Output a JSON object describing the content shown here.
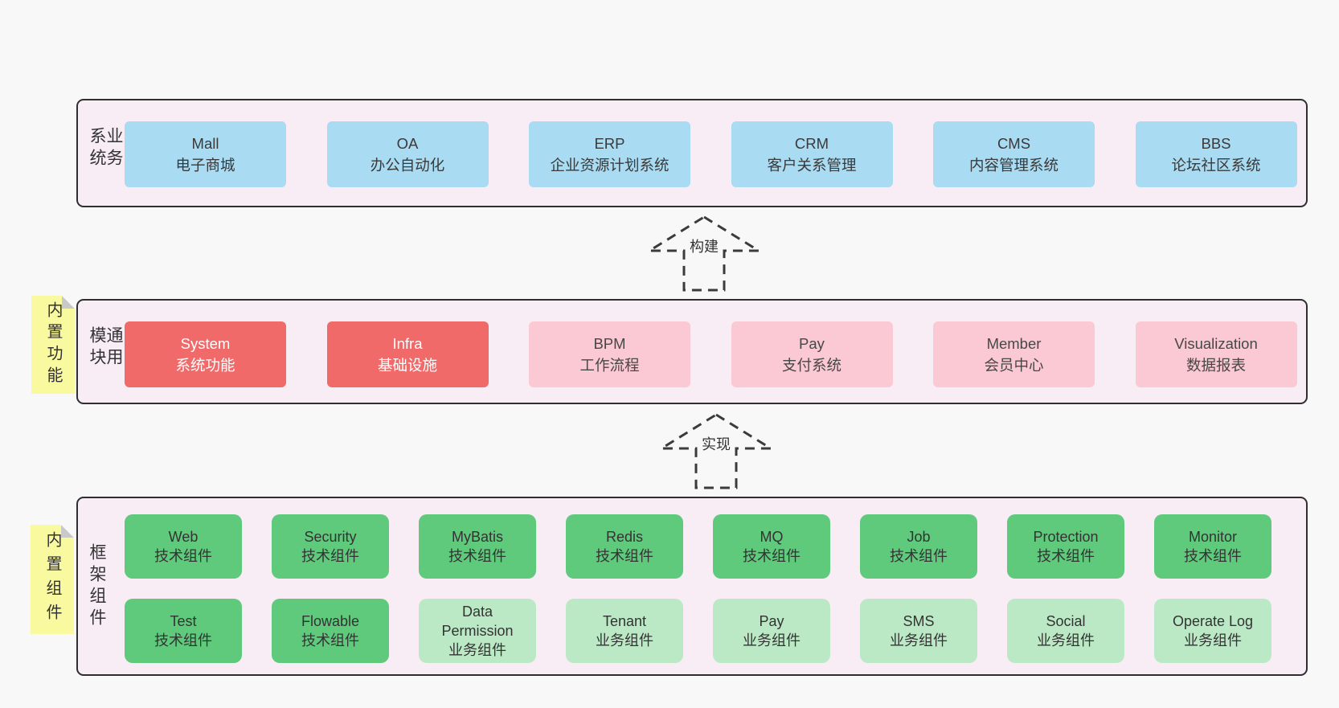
{
  "colors": {
    "page_bg": "#f8f8f8",
    "layer_bg": "#f8ecf5",
    "layer_border": "#2f2f2f",
    "blue": "#a9dbf2",
    "red": "#f16a6a",
    "pink": "#fbc9d3",
    "green": "#5fc97c",
    "lightgreen": "#bce9c5",
    "sticky": "#f9f9a0",
    "sticky_fold": "#c9c9c9",
    "arrow": "#3b3b3b"
  },
  "layer1": {
    "label": "业务系统",
    "boxes": [
      {
        "en": "Mall",
        "zh": "电子商城",
        "variant": "blue"
      },
      {
        "en": "OA",
        "zh": "办公自动化",
        "variant": "blue"
      },
      {
        "en": "ERP",
        "zh": "企业资源计划系统",
        "variant": "blue"
      },
      {
        "en": "CRM",
        "zh": "客户关系管理",
        "variant": "blue"
      },
      {
        "en": "CMS",
        "zh": "内容管理系统",
        "variant": "blue"
      },
      {
        "en": "BBS",
        "zh": "论坛社区系统",
        "variant": "blue"
      }
    ]
  },
  "arrow1": {
    "label": "构建"
  },
  "layer2": {
    "label": "通用模块",
    "note": "内置功能",
    "boxes": [
      {
        "en": "System",
        "zh": "系统功能",
        "variant": "red"
      },
      {
        "en": "Infra",
        "zh": "基础设施",
        "variant": "red"
      },
      {
        "en": "BPM",
        "zh": "工作流程",
        "variant": "pink"
      },
      {
        "en": "Pay",
        "zh": "支付系统",
        "variant": "pink"
      },
      {
        "en": "Member",
        "zh": "会员中心",
        "variant": "pink"
      },
      {
        "en": "Visualization",
        "zh": "数据报表",
        "variant": "pink"
      }
    ]
  },
  "arrow2": {
    "label": "实现"
  },
  "layer3": {
    "label": "框架组件",
    "note": "内置组件",
    "row1": [
      {
        "en": "Web",
        "zh": "技术组件",
        "variant": "green"
      },
      {
        "en": "Security",
        "zh": "技术组件",
        "variant": "green"
      },
      {
        "en": "MyBatis",
        "zh": "技术组件",
        "variant": "green"
      },
      {
        "en": "Redis",
        "zh": "技术组件",
        "variant": "green"
      },
      {
        "en": "MQ",
        "zh": "技术组件",
        "variant": "green"
      },
      {
        "en": "Job",
        "zh": "技术组件",
        "variant": "green"
      },
      {
        "en": "Protection",
        "zh": "技术组件",
        "variant": "green"
      },
      {
        "en": "Monitor",
        "zh": "技术组件",
        "variant": "green"
      }
    ],
    "row2": [
      {
        "en": "Test",
        "zh": "技术组件",
        "variant": "green"
      },
      {
        "en": "Flowable",
        "zh": "技术组件",
        "variant": "green"
      },
      {
        "en": "Data Permission",
        "zh": "业务组件",
        "variant": "lightgreen"
      },
      {
        "en": "Tenant",
        "zh": "业务组件",
        "variant": "lightgreen"
      },
      {
        "en": "Pay",
        "zh": "业务组件",
        "variant": "lightgreen"
      },
      {
        "en": "SMS",
        "zh": "业务组件",
        "variant": "lightgreen"
      },
      {
        "en": "Social",
        "zh": "业务组件",
        "variant": "lightgreen"
      },
      {
        "en": "Operate Log",
        "zh": "业务组件",
        "variant": "lightgreen"
      }
    ]
  }
}
